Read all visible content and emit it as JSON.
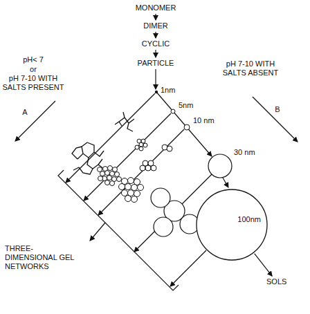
{
  "diagram": {
    "nodes": [
      {
        "text": [
          "MONOMER"
        ]
      },
      {
        "text": [
          "DIMER"
        ]
      },
      {
        "text": [
          "CYCLIC"
        ]
      },
      {
        "text": [
          "PARTICLE"
        ]
      },
      {
        "text": [
          "100nm"
        ]
      },
      {
        "text": [
          "SOLS"
        ]
      },
      {
        "text": [
          "THREE-DIMENSIONAL GEL NETWORKS"
        ]
      }
    ],
    "edges": [
      {
        "from": 0,
        "to": 1,
        "arrow": "to"
      },
      {
        "from": 1,
        "to": 2,
        "arrow": "to"
      },
      {
        "from": 2,
        "to": 3,
        "arrow": "to"
      },
      {
        "from": 4,
        "to": 5,
        "arrow": "to"
      }
    ],
    "labels": [
      "pH< 7",
      "or",
      "pH 7-10 WITH SALTS PRESENT",
      "A",
      "pH 7-10 WITH SALTS ABSENT",
      "B",
      "1nm",
      "5nm",
      "10 nm",
      "30 nm"
    ]
  }
}
